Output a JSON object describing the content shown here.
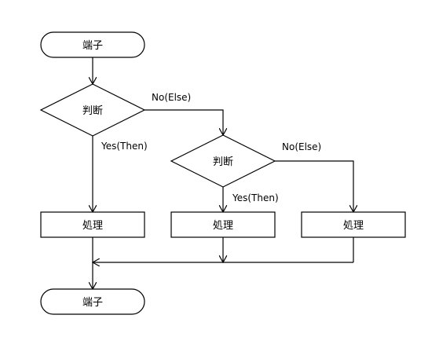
{
  "diagram": {
    "terminals": {
      "start_label": "端子",
      "end_label": "端子"
    },
    "decisions": {
      "first_label": "判断",
      "second_label": "判断"
    },
    "processes": {
      "left_label": "処理",
      "middle_label": "処理",
      "right_label": "処理"
    },
    "branches": {
      "first_no": "No(Else)",
      "first_yes": "Yes(Then)",
      "second_no": "No(Else)",
      "second_yes": "Yes(Then)"
    },
    "colors": {
      "stroke": "#000000",
      "fill": "#ffffff",
      "text": "#000000"
    }
  }
}
